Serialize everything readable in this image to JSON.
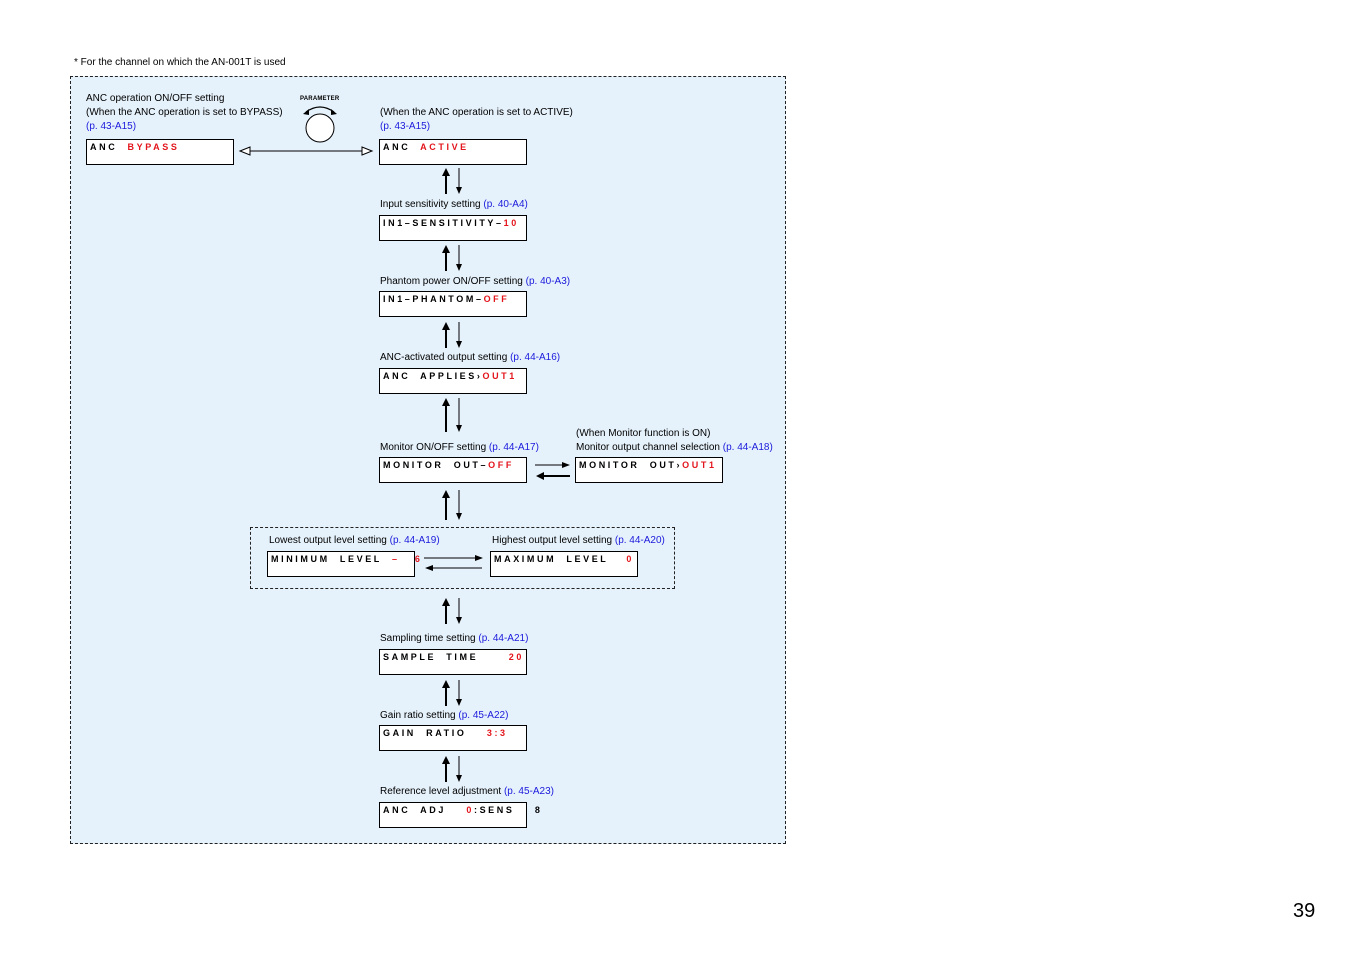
{
  "footnote": "* For the channel on which the AN-001T is used",
  "page_number": "39",
  "knob": {
    "label": "PARAMETER",
    "icon": "rotary-knob-icon"
  },
  "anc_bypass": {
    "title": "ANC operation ON/OFF setting",
    "condition": "(When the ANC operation is set to BYPASS)",
    "ref": "(p. 43-A15)",
    "lcd_a": "ANC  ",
    "lcd_b": "BYPASS"
  },
  "anc_active": {
    "condition": "(When the ANC operation is set to ACTIVE)",
    "ref": "(p. 43-A15)",
    "lcd_a": "ANC  ",
    "lcd_b": "ACTIVE"
  },
  "input_sensitivity": {
    "label": "Input sensitivity setting ",
    "ref": "(p. 40-A4)",
    "lcd_a": "IN1–SENSITIVITY–",
    "lcd_b": "10"
  },
  "phantom": {
    "label": "Phantom power ON/OFF setting ",
    "ref": "(p. 40-A3)",
    "lcd_a": "IN1–PHANTOM–",
    "lcd_b": "OFF"
  },
  "anc_output": {
    "label": "ANC-activated output setting ",
    "ref": "(p. 44-A16)",
    "lcd_a": "ANC  APPLIES›",
    "lcd_b": "OUT1"
  },
  "monitor": {
    "label": "Monitor ON/OFF setting ",
    "ref": "(p. 44-A17)",
    "lcd_a": "MONITOR  OUT–",
    "lcd_b": "OFF"
  },
  "monitor_channel": {
    "condition": "(When Monitor function is ON)",
    "label": "Monitor output channel selection ",
    "ref": "(p. 44-A18)",
    "lcd_a": "MONITOR  OUT›",
    "lcd_b": "OUT1"
  },
  "min_level": {
    "label": "Lowest output level setting ",
    "ref": "(p. 44-A19)",
    "lcd_a": "MINIMUM  LEVEL  ",
    "lcd_b": "–   6"
  },
  "max_level": {
    "label": "Highest output level setting ",
    "ref": "(p. 44-A20)",
    "lcd_a": "MAXIMUM  LEVEL",
    "lcd_b": "0"
  },
  "sample_time": {
    "label": "Sampling time setting ",
    "ref": "(p. 44-A21)",
    "lcd_a": "SAMPLE  TIME",
    "lcd_b": "20"
  },
  "gain_ratio": {
    "label": "Gain ratio setting ",
    "ref": "(p. 45-A22)",
    "lcd_a": "GAIN  RATIO    ",
    "lcd_b": "3:3"
  },
  "ref_level": {
    "label": "Reference level adjustment ",
    "ref": "(p. 45-A23)",
    "lcd_a": "ANC  ADJ    ",
    "lcd_b": "0",
    "lcd_c": ":SENS    8"
  }
}
